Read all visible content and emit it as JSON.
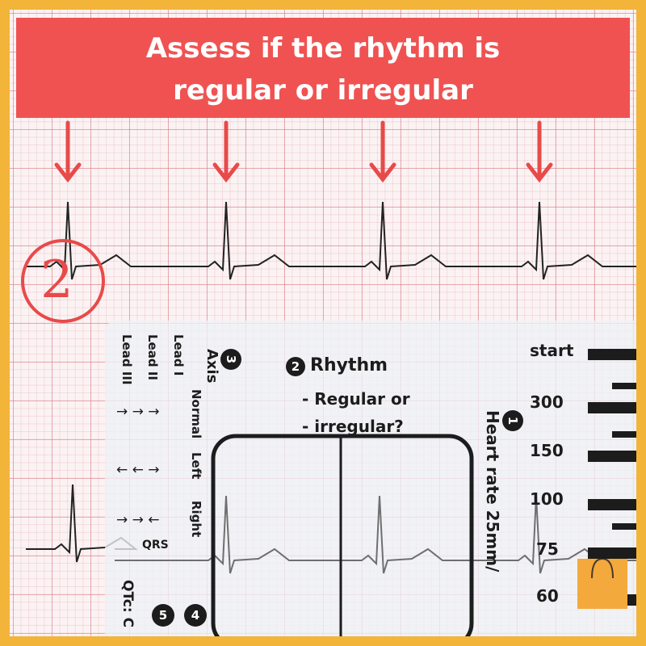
{
  "banner": {
    "line1": "Assess if the rhythm is",
    "line2": "regular or irregular"
  },
  "annotation": {
    "step_number": "2"
  },
  "ruler": {
    "rhythm_step": "2",
    "rhythm_title": "Rhythm",
    "rhythm_line1": "- Regular or",
    "rhythm_line2": "- irregular?",
    "heart_rate_step": "1",
    "heart_rate_label": "Heart rate 25mm/",
    "axis_step": "3",
    "axis_label": "Axis",
    "lead_i": "Lead I",
    "lead_ii": "Lead II",
    "lead_iii": "Lead III",
    "normal_label": "Normal",
    "normal_arrows": "→ → →",
    "left_label": "Left",
    "left_arrows": "← ← →",
    "right_label": "Right",
    "right_arrows": "→ → ←",
    "qrs_label": "QRS",
    "qtc_label": "QTc: C",
    "step_4": "4",
    "step_5": "5",
    "scale_start": "start",
    "scale_300": "300",
    "scale_150": "150",
    "scale_100": "100",
    "scale_75": "75",
    "scale_60": "60"
  },
  "colors": {
    "banner": "#f05252",
    "frame": "#f3b43a",
    "grid_line": "#e08a94",
    "trace": "#222222",
    "annotation": "#e84a4a",
    "bag": "#f4a93c"
  }
}
